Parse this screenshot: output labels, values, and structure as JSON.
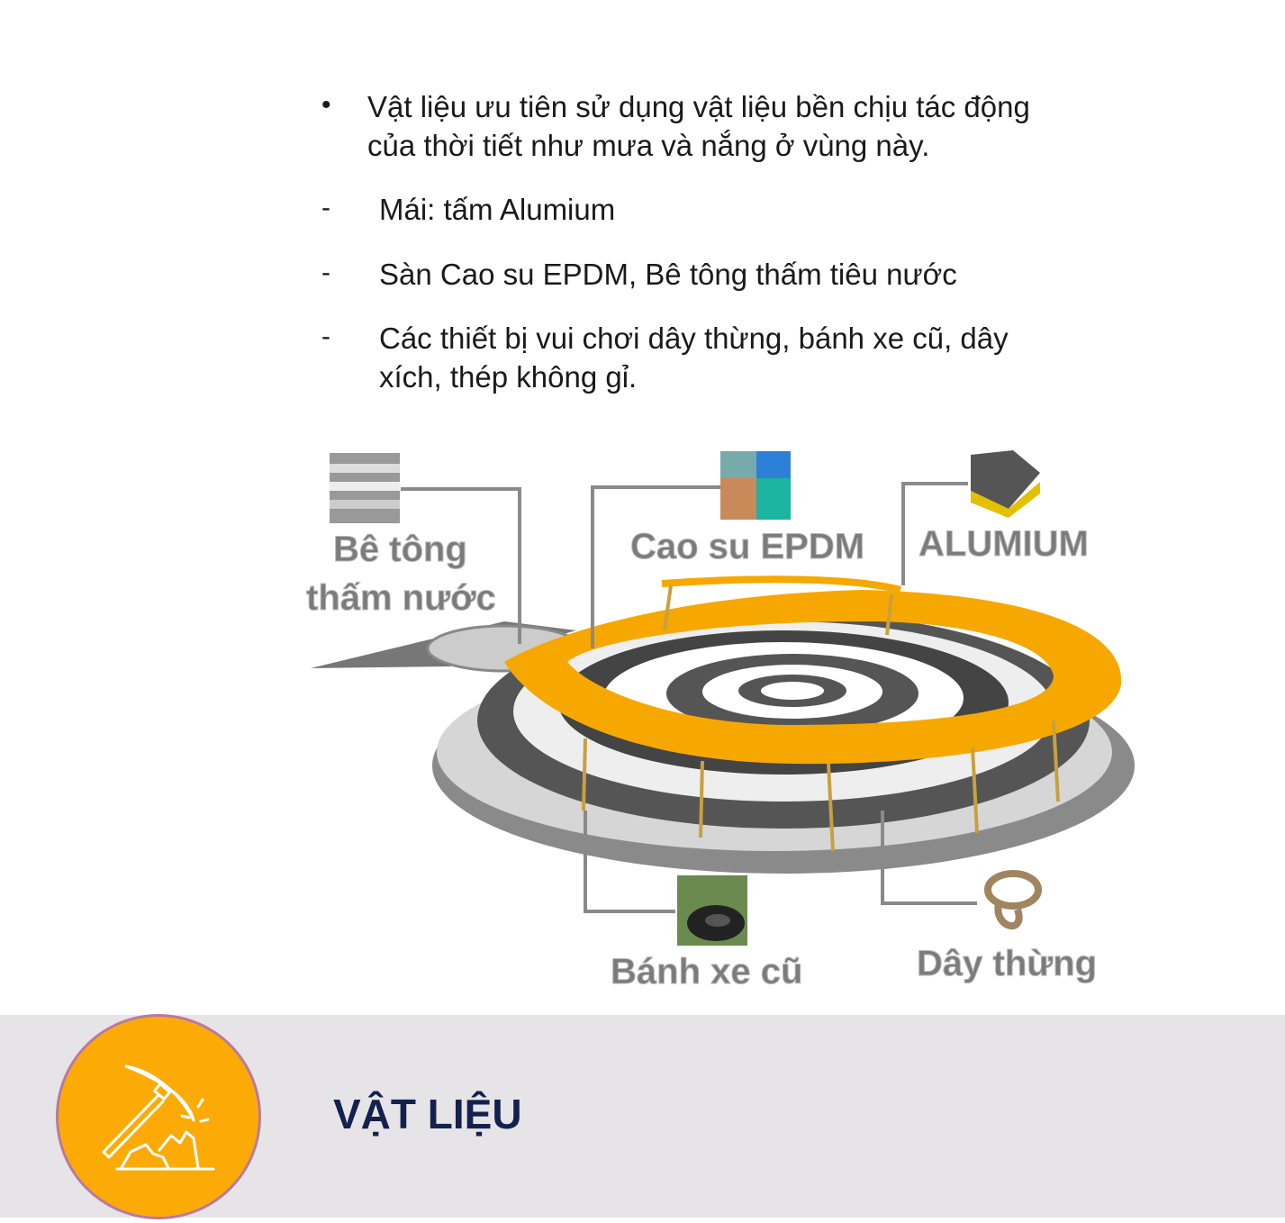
{
  "bullets": [
    {
      "marker": "•",
      "lines": [
        "Vật liệu ưu tiên sử dụng vật liệu bền chịu tác động",
        "của thời tiết như mưa và nắng ở vùng này."
      ]
    },
    {
      "marker": "-",
      "lines": [
        "Mái: tấm Alumium"
      ]
    },
    {
      "marker": "-",
      "lines": [
        "Sàn Cao su EPDM, Bê tông thấm tiêu nước"
      ]
    },
    {
      "marker": "-",
      "lines": [
        "Các thiết bị vui chơi dây thừng, bánh xe cũ, dây",
        "xích, thép không gỉ."
      ]
    }
  ],
  "diagram": {
    "labels": {
      "concrete_1": "Bê tông",
      "concrete_2": "thấm nước",
      "epdm": "Cao su EPDM",
      "alumium": "ALUMIUM",
      "tire": "Bánh xe cũ",
      "rope": "Dây thừng"
    }
  },
  "section": {
    "title": "VẬT LIỆU",
    "icon": "pickaxe-icon"
  },
  "colors": {
    "accent": "#fcab06",
    "title": "#14214f",
    "band": "#e6e4e6"
  }
}
